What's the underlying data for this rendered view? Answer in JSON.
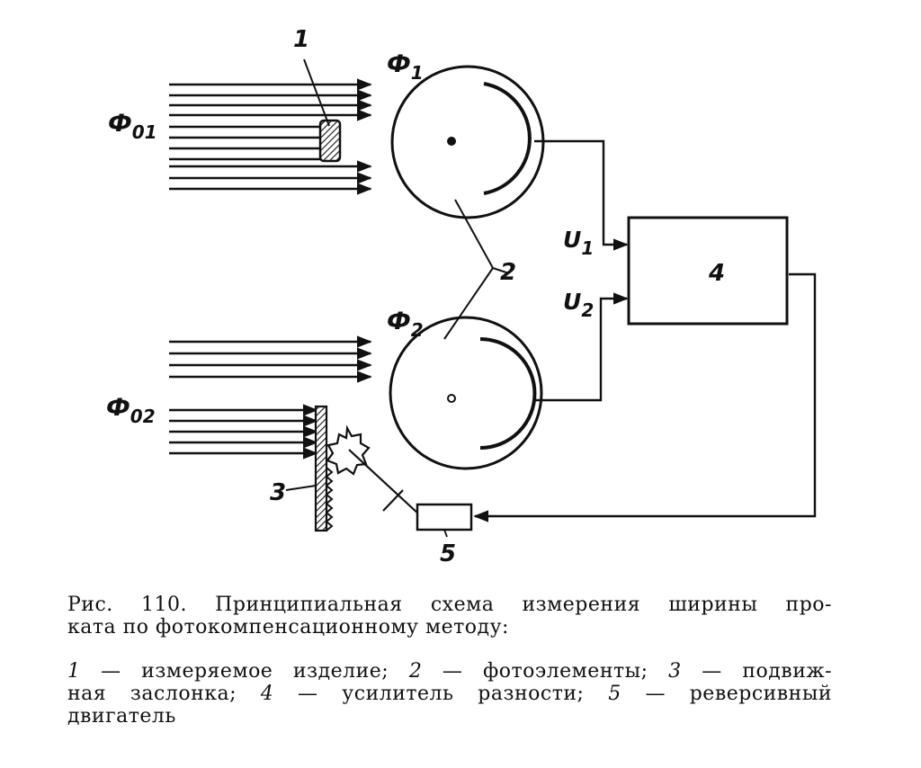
{
  "diagram": {
    "labels": {
      "flux_01": "Ф01",
      "flux_02": "Ф02",
      "flux_1": "Ф1",
      "flux_2": "Ф2",
      "voltage_1": "U1",
      "voltage_2": "U2",
      "part_1": "1",
      "part_2": "2",
      "part_3": "3",
      "part_4": "4",
      "part_5": "5"
    }
  },
  "caption": {
    "figure_line_1": "Рис. 110. Принципиальная схема измерения ширины про-",
    "figure_line_2": "ката по фотокомпенсационному методу:",
    "legend": [
      {
        "num": "1",
        "text": "— измеряемое изделие;"
      },
      {
        "num": "2",
        "text": "— фотоэлементы;"
      },
      {
        "num": "3",
        "text": "— подвиж-"
      },
      {
        "num": "",
        "text": "ная заслонка;"
      },
      {
        "num": "4",
        "text": "— усилитель разности;"
      },
      {
        "num": "5",
        "text": "— реверсивный"
      },
      {
        "num": "",
        "text": "двигатель"
      }
    ]
  }
}
